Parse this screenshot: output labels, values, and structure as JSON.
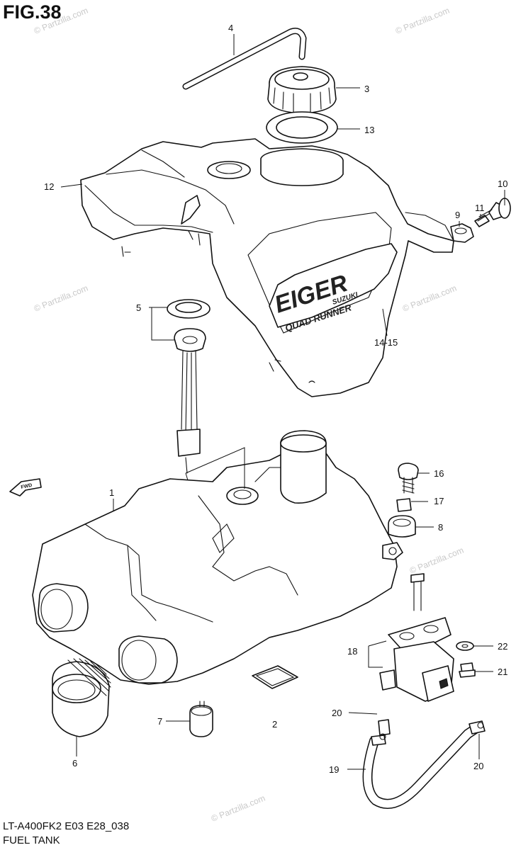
{
  "figure": {
    "title": "FIG.38",
    "model_code": "LT-A400FK2 E03 E28_038",
    "caption": "FUEL TANK"
  },
  "watermark": "© Partzilla.com",
  "direction_marker": "FWD",
  "decals": {
    "line1": "EIGER",
    "line2": "QUAD RUNNER",
    "brand": "SUZUKI"
  },
  "callouts": {
    "c1": "1",
    "c2": "2",
    "c3": "3",
    "c4": "4",
    "c5": "5",
    "c6": "6",
    "c7": "7",
    "c8": "8",
    "c9": "9",
    "c10": "10",
    "c11": "11",
    "c12": "12",
    "c13": "13",
    "c1415": "14-15",
    "c16": "16",
    "c17": "17",
    "c18": "18",
    "c19": "19",
    "c20a": "20",
    "c20b": "20",
    "c21": "21",
    "c22": "22"
  }
}
